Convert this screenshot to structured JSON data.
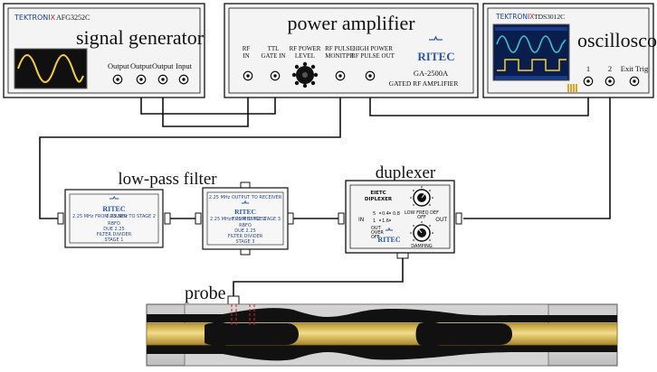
{
  "signal_generator": {
    "brand_tek": "TEKTRONI",
    "brand_x": "X",
    "model": "AFG3252C",
    "title": "signal generator",
    "ports": [
      "Output",
      "Output",
      "Output",
      "Input"
    ]
  },
  "power_amplifier": {
    "title": "power amplifier",
    "ports": [
      {
        "line1": "RF",
        "line2": "IN"
      },
      {
        "line1": "TTL",
        "line2": "GATE IN"
      },
      {
        "line1": "RF POWER",
        "line2": "LEVEL"
      },
      {
        "line1": "RF PULSE",
        "line2": "MONITPR"
      },
      {
        "line1": "HIGH POWER",
        "line2": "RF PULSE OUT"
      }
    ],
    "logo": "RITEC",
    "model": "GA-2500A",
    "subtitle": "GATED RF AMPLIFIER"
  },
  "oscilloscope": {
    "brand_tek": "TEKTRONI",
    "brand_x": "X",
    "model": "TDS3012C",
    "title": "oscilloscope",
    "ports": [
      "1",
      "2",
      "Exit Trig"
    ]
  },
  "low_pass_filter": {
    "title": "low-pass filter",
    "unit1": {
      "logo": "RITEC",
      "in_label": "2.25 MHz FROM PULSER",
      "out_label": "2.25 MHz TO STAGE 2",
      "center": [
        "RBFO",
        "DUE 2.25",
        "FILTER DIVIDER",
        "STAGE 1"
      ]
    },
    "unit2": {
      "logo": "RITEC",
      "top_label": "2.25 MHz OUTPUT TO RECEIVER",
      "in_label": "2.25 MHz FROM STAGE 1",
      "out_label": "6.75 MHz TO STAGE 3",
      "center": [
        "RBFO",
        "DUE 2.25",
        "FILTER DIVIDER",
        "STAGE 3"
      ]
    }
  },
  "duplexer": {
    "title": "duplexer",
    "panel_title": [
      "EIETC",
      "DIPLEXER"
    ],
    "in_label": "IN",
    "out_label": "OUT",
    "knob1_label": [
      "LOW FREQ DEF",
      "OFF"
    ],
    "knob2_label": "DAMPING",
    "switch_labels": [
      "5",
      "0.4",
      "0.8",
      "1",
      "1.6",
      "OUT",
      "OVER",
      "OFF"
    ],
    "logo": "RITEC"
  },
  "probe": {
    "title": "probe"
  },
  "colors": {
    "tek_blue": "#1c3fa0",
    "tek_red": "#d2202a",
    "ritec_blue": "#2a56a8",
    "wave_yellow": "#f4d03f",
    "wave_cyan": "#39c6d0",
    "rod_gold": "#d9b84a"
  }
}
